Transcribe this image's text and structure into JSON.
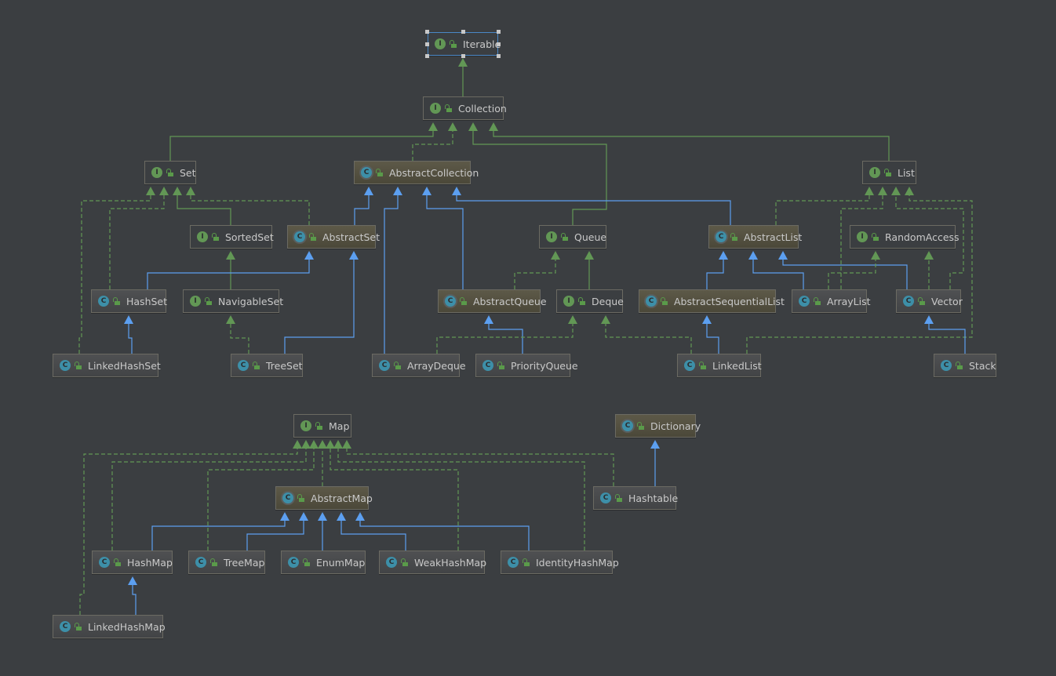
{
  "diagram": {
    "type": "uml-class-hierarchy",
    "colors": {
      "background": "#3b3e41",
      "interface_badge": "#629755",
      "class_badge": "#3d8fa8",
      "implements_edge": "#629755",
      "extends_edge": "#5c9ff0",
      "selection": "#4a88c7"
    },
    "selected_node": "Iterable",
    "nodes": [
      {
        "id": "Iterable",
        "label": "Iterable",
        "kind": "interface",
        "badge": "I"
      },
      {
        "id": "Collection",
        "label": "Collection",
        "kind": "interface",
        "badge": "I"
      },
      {
        "id": "Set",
        "label": "Set",
        "kind": "interface",
        "badge": "I"
      },
      {
        "id": "AbstractCollection",
        "label": "AbstractCollection",
        "kind": "abstract",
        "badge": "C"
      },
      {
        "id": "List",
        "label": "List",
        "kind": "interface",
        "badge": "I"
      },
      {
        "id": "SortedSet",
        "label": "SortedSet",
        "kind": "interface",
        "badge": "I"
      },
      {
        "id": "AbstractSet",
        "label": "AbstractSet",
        "kind": "abstract",
        "badge": "C"
      },
      {
        "id": "Queue",
        "label": "Queue",
        "kind": "interface",
        "badge": "I"
      },
      {
        "id": "AbstractList",
        "label": "AbstractList",
        "kind": "abstract",
        "badge": "C"
      },
      {
        "id": "RandomAccess",
        "label": "RandomAccess",
        "kind": "interface",
        "badge": "I"
      },
      {
        "id": "HashSet",
        "label": "HashSet",
        "kind": "class",
        "badge": "C"
      },
      {
        "id": "NavigableSet",
        "label": "NavigableSet",
        "kind": "interface",
        "badge": "I"
      },
      {
        "id": "AbstractQueue",
        "label": "AbstractQueue",
        "kind": "abstract",
        "badge": "C"
      },
      {
        "id": "Deque",
        "label": "Deque",
        "kind": "interface",
        "badge": "I"
      },
      {
        "id": "AbstractSequentialList",
        "label": "AbstractSequentialList",
        "kind": "abstract",
        "badge": "C"
      },
      {
        "id": "ArrayList",
        "label": "ArrayList",
        "kind": "class",
        "badge": "C"
      },
      {
        "id": "Vector",
        "label": "Vector",
        "kind": "class",
        "badge": "C"
      },
      {
        "id": "LinkedHashSet",
        "label": "LinkedHashSet",
        "kind": "class",
        "badge": "C"
      },
      {
        "id": "TreeSet",
        "label": "TreeSet",
        "kind": "class",
        "badge": "C"
      },
      {
        "id": "ArrayDeque",
        "label": "ArrayDeque",
        "kind": "class",
        "badge": "C"
      },
      {
        "id": "PriorityQueue",
        "label": "PriorityQueue",
        "kind": "class",
        "badge": "C"
      },
      {
        "id": "LinkedList",
        "label": "LinkedList",
        "kind": "class",
        "badge": "C"
      },
      {
        "id": "Stack",
        "label": "Stack",
        "kind": "class",
        "badge": "C"
      },
      {
        "id": "Map",
        "label": "Map",
        "kind": "interface",
        "badge": "I"
      },
      {
        "id": "Dictionary",
        "label": "Dictionary",
        "kind": "abstract",
        "badge": "C"
      },
      {
        "id": "AbstractMap",
        "label": "AbstractMap",
        "kind": "abstract",
        "badge": "C"
      },
      {
        "id": "Hashtable",
        "label": "Hashtable",
        "kind": "class",
        "badge": "C"
      },
      {
        "id": "HashMap",
        "label": "HashMap",
        "kind": "class",
        "badge": "C"
      },
      {
        "id": "TreeMap",
        "label": "TreeMap",
        "kind": "class",
        "badge": "C"
      },
      {
        "id": "EnumMap",
        "label": "EnumMap",
        "kind": "class",
        "badge": "C"
      },
      {
        "id": "WeakHashMap",
        "label": "WeakHashMap",
        "kind": "class",
        "badge": "C"
      },
      {
        "id": "IdentityHashMap",
        "label": "IdentityHashMap",
        "kind": "class",
        "badge": "C"
      },
      {
        "id": "LinkedHashMap",
        "label": "LinkedHashMap",
        "kind": "class",
        "badge": "C"
      }
    ],
    "edges": [
      {
        "from": "Collection",
        "to": "Iterable",
        "type": "extends-interface"
      },
      {
        "from": "Set",
        "to": "Collection",
        "type": "extends-interface"
      },
      {
        "from": "AbstractCollection",
        "to": "Collection",
        "type": "implements"
      },
      {
        "from": "Queue",
        "to": "Collection",
        "type": "extends-interface"
      },
      {
        "from": "List",
        "to": "Collection",
        "type": "extends-interface"
      },
      {
        "from": "LinkedHashSet",
        "to": "Set",
        "type": "implements"
      },
      {
        "from": "HashSet",
        "to": "Set",
        "type": "implements"
      },
      {
        "from": "SortedSet",
        "to": "Set",
        "type": "extends-interface"
      },
      {
        "from": "AbstractSet",
        "to": "Set",
        "type": "implements"
      },
      {
        "from": "AbstractSet",
        "to": "AbstractCollection",
        "type": "extends"
      },
      {
        "from": "ArrayDeque",
        "to": "AbstractCollection",
        "type": "extends"
      },
      {
        "from": "AbstractQueue",
        "to": "AbstractCollection",
        "type": "extends"
      },
      {
        "from": "AbstractList",
        "to": "AbstractCollection",
        "type": "extends"
      },
      {
        "from": "NavigableSet",
        "to": "SortedSet",
        "type": "extends-interface"
      },
      {
        "from": "HashSet",
        "to": "AbstractSet",
        "type": "extends"
      },
      {
        "from": "TreeSet",
        "to": "AbstractSet",
        "type": "extends"
      },
      {
        "from": "LinkedHashSet",
        "to": "HashSet",
        "type": "extends"
      },
      {
        "from": "TreeSet",
        "to": "NavigableSet",
        "type": "implements"
      },
      {
        "from": "AbstractQueue",
        "to": "Queue",
        "type": "implements"
      },
      {
        "from": "Deque",
        "to": "Queue",
        "type": "extends-interface"
      },
      {
        "from": "PriorityQueue",
        "to": "AbstractQueue",
        "type": "extends"
      },
      {
        "from": "ArrayDeque",
        "to": "Deque",
        "type": "implements"
      },
      {
        "from": "LinkedList",
        "to": "Deque",
        "type": "implements"
      },
      {
        "from": "AbstractList",
        "to": "List",
        "type": "implements"
      },
      {
        "from": "ArrayList",
        "to": "List",
        "type": "implements"
      },
      {
        "from": "Vector",
        "to": "List",
        "type": "implements"
      },
      {
        "from": "LinkedList",
        "to": "List",
        "type": "implements"
      },
      {
        "from": "AbstractSequentialList",
        "to": "AbstractList",
        "type": "extends"
      },
      {
        "from": "ArrayList",
        "to": "AbstractList",
        "type": "extends"
      },
      {
        "from": "Vector",
        "to": "AbstractList",
        "type": "extends"
      },
      {
        "from": "ArrayList",
        "to": "RandomAccess",
        "type": "implements"
      },
      {
        "from": "Vector",
        "to": "RandomAccess",
        "type": "implements"
      },
      {
        "from": "LinkedList",
        "to": "AbstractSequentialList",
        "type": "extends"
      },
      {
        "from": "Stack",
        "to": "Vector",
        "type": "extends"
      },
      {
        "from": "LinkedHashMap",
        "to": "Map",
        "type": "implements"
      },
      {
        "from": "HashMap",
        "to": "Map",
        "type": "implements"
      },
      {
        "from": "TreeMap",
        "to": "Map",
        "type": "implements"
      },
      {
        "from": "AbstractMap",
        "to": "Map",
        "type": "implements"
      },
      {
        "from": "WeakHashMap",
        "to": "Map",
        "type": "implements"
      },
      {
        "from": "IdentityHashMap",
        "to": "Map",
        "type": "implements"
      },
      {
        "from": "Hashtable",
        "to": "Map",
        "type": "implements"
      },
      {
        "from": "Hashtable",
        "to": "Dictionary",
        "type": "extends"
      },
      {
        "from": "HashMap",
        "to": "AbstractMap",
        "type": "extends"
      },
      {
        "from": "TreeMap",
        "to": "AbstractMap",
        "type": "extends"
      },
      {
        "from": "EnumMap",
        "to": "AbstractMap",
        "type": "extends"
      },
      {
        "from": "WeakHashMap",
        "to": "AbstractMap",
        "type": "extends"
      },
      {
        "from": "IdentityHashMap",
        "to": "AbstractMap",
        "type": "extends"
      },
      {
        "from": "LinkedHashMap",
        "to": "HashMap",
        "type": "extends"
      }
    ]
  }
}
